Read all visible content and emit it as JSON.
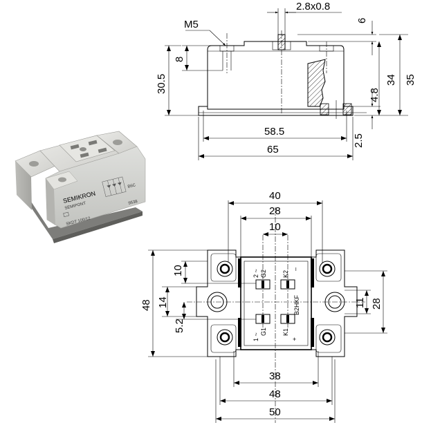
{
  "side_view": {
    "thread_label": "M5",
    "pin_size": "2.8x0.8",
    "dim_pin_height": "6",
    "dim_nut_depth": "8",
    "dim_body_height": "30.5",
    "dim_total_34": "34",
    "dim_total_35": "35",
    "dim_base_4_8": "4.8",
    "dim_base_2_5": "2.5",
    "dim_hole_span": "58.5",
    "dim_length": "65"
  },
  "photo": {
    "brand_line1": "SEMIKRON",
    "brand_line2": "SEMIPONT",
    "part_number": "SKDT 100/12",
    "circuit_code": "B6C",
    "date_code": "9538"
  },
  "top_view": {
    "dim_width_40": "40",
    "dim_width_28": "28",
    "dim_width_10": "10",
    "dim_height_48": "48",
    "dim_10": "10",
    "dim_14": "14",
    "dim_5_2": "5.2",
    "dim_11": "11",
    "dim_28_right": "28",
    "dim_38": "38",
    "dim_48_bottom": "48",
    "dim_50": "50",
    "term_2": "2 ~",
    "term_g2": "G2",
    "term_k2": "K2",
    "term_minus": "–",
    "term_b2hkf": "B2HKF",
    "term_1": "1 ~",
    "term_g1": "G1",
    "term_k1": "K1",
    "term_plus": "+"
  }
}
